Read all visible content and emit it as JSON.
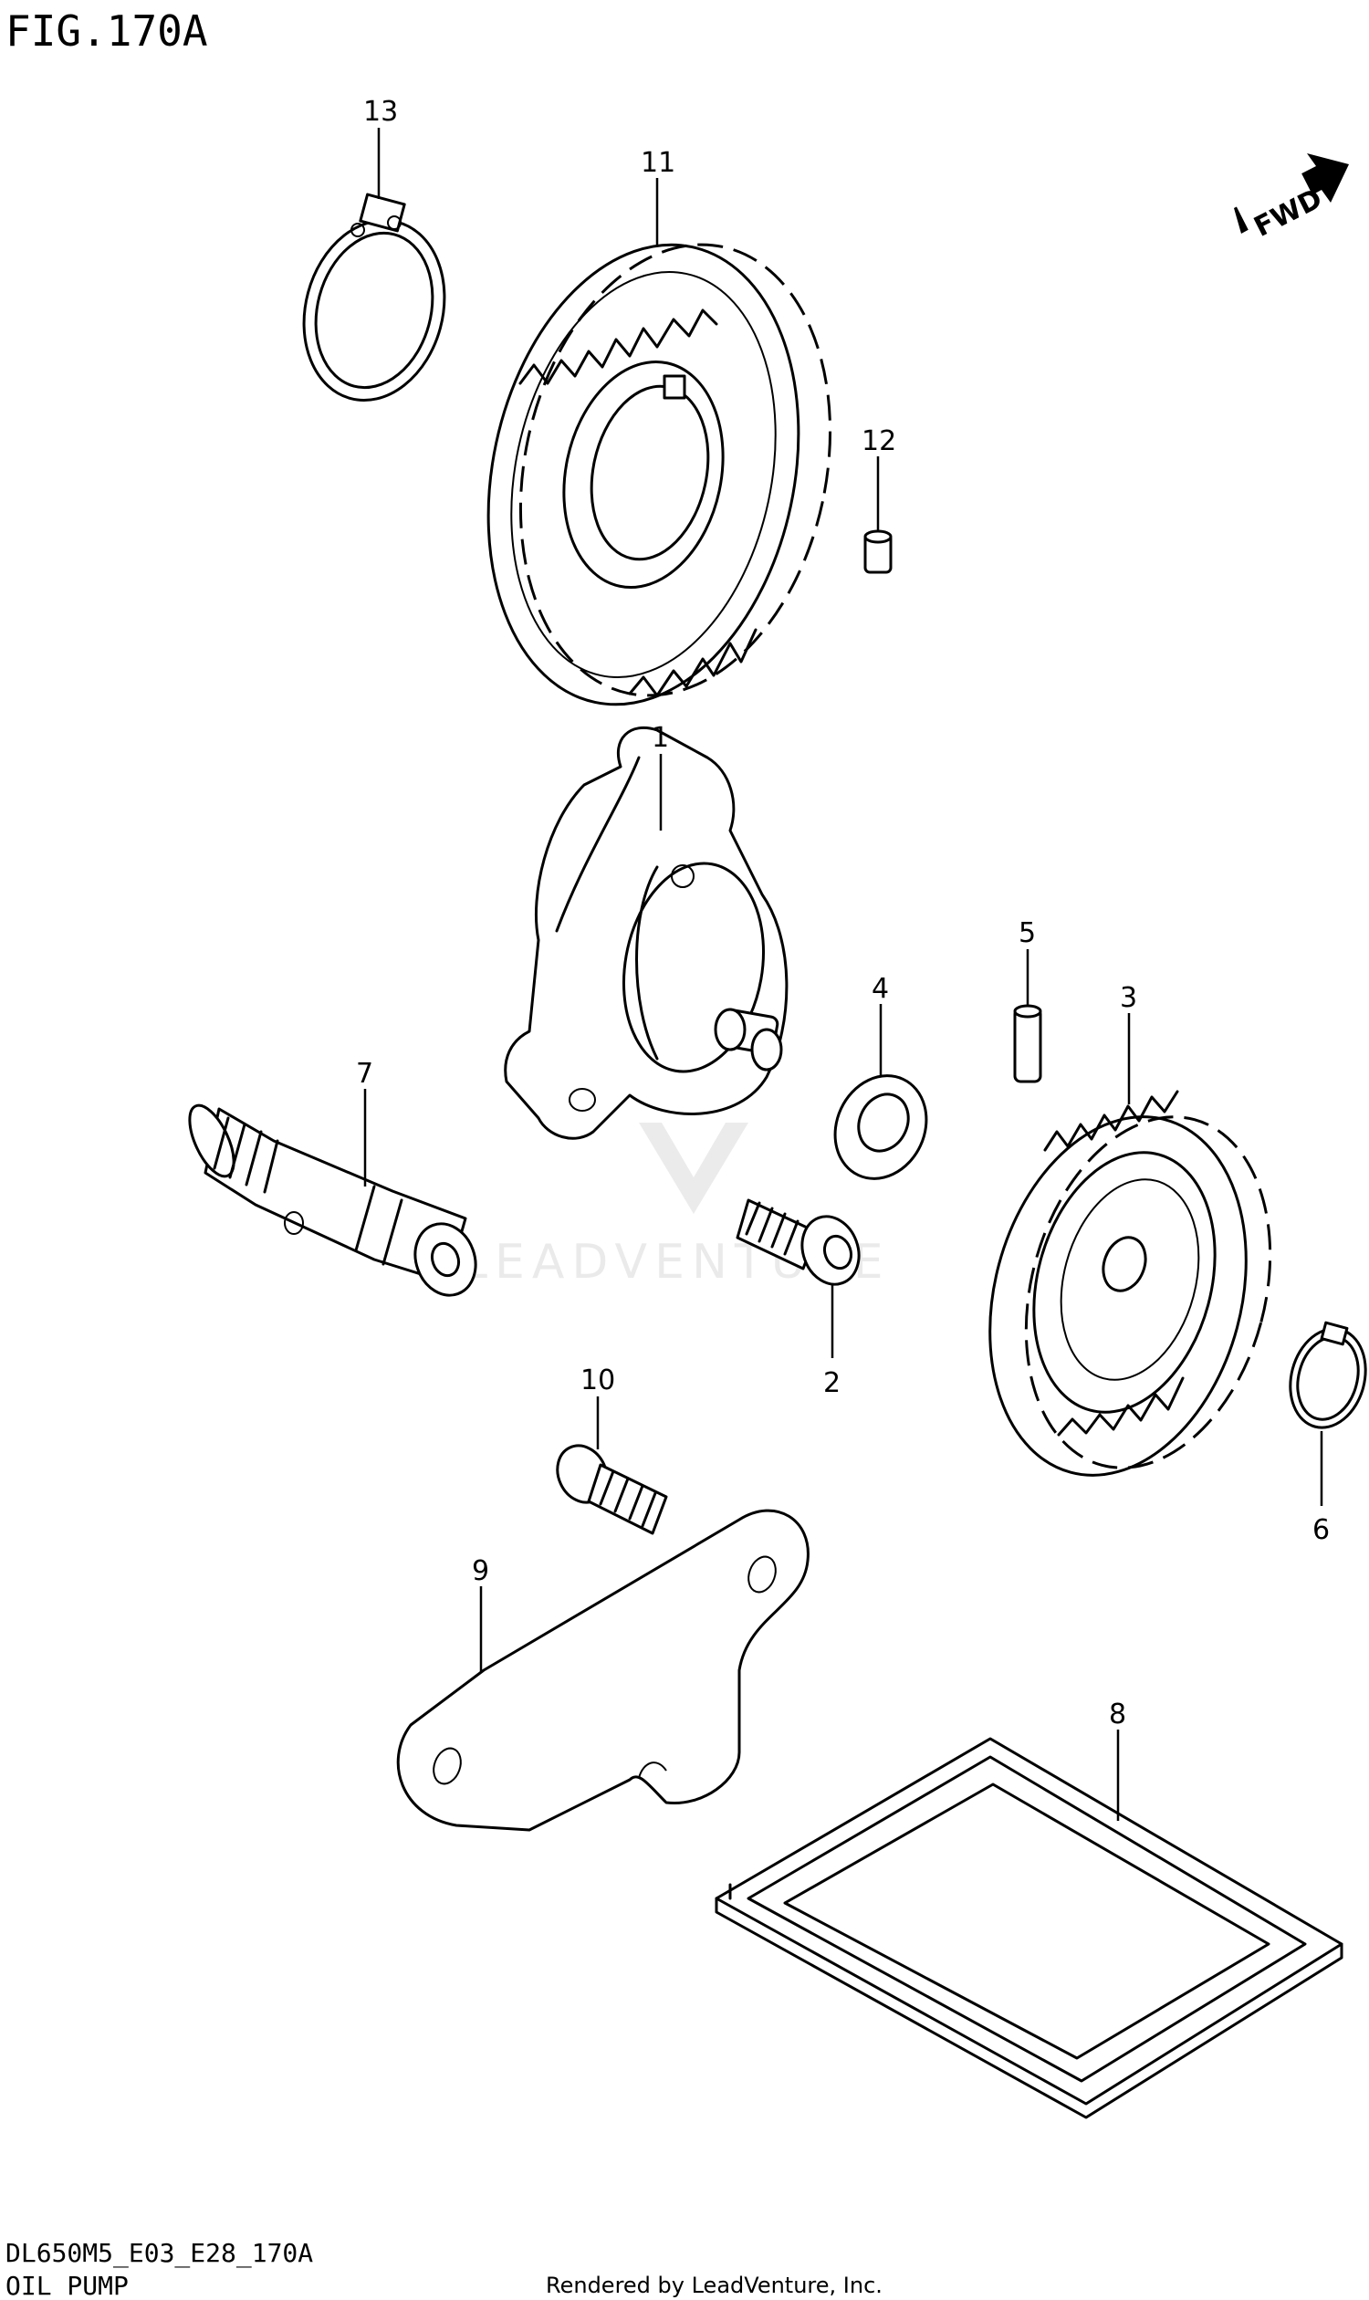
{
  "header": {
    "figure_title": "FIG.170A"
  },
  "fwd_arrow": {
    "label": "FWD",
    "icon": "fwd-arrow-icon"
  },
  "watermark": {
    "text": "LEADVENTURE"
  },
  "callouts": {
    "c1": "1",
    "c2": "2",
    "c3": "3",
    "c4": "4",
    "c5": "5",
    "c6": "6",
    "c7": "7",
    "c8": "8",
    "c9": "9",
    "c10": "10",
    "c11": "11",
    "c12": "12",
    "c13": "13"
  },
  "footer": {
    "diagram_code": "DL650M5_E03_E28_170A",
    "section_name": "OIL PUMP",
    "credit": "Rendered by LeadVenture, Inc."
  }
}
